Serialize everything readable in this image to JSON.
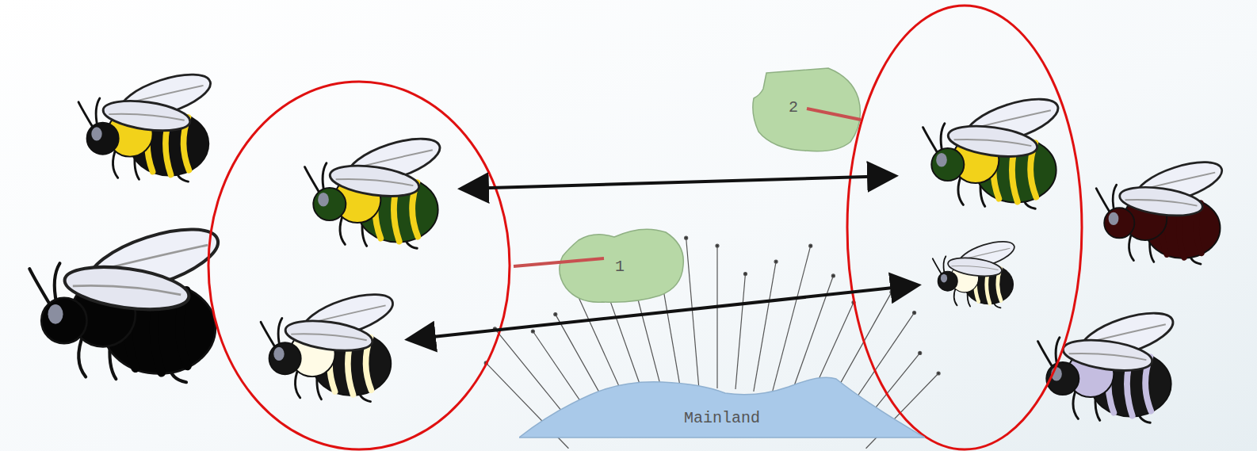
{
  "diagram": {
    "nodes": [
      {
        "text": [
          "2"
        ]
      },
      {
        "text": [
          "1"
        ]
      },
      {
        "text": [
          "Mainland"
        ]
      }
    ]
  }
}
